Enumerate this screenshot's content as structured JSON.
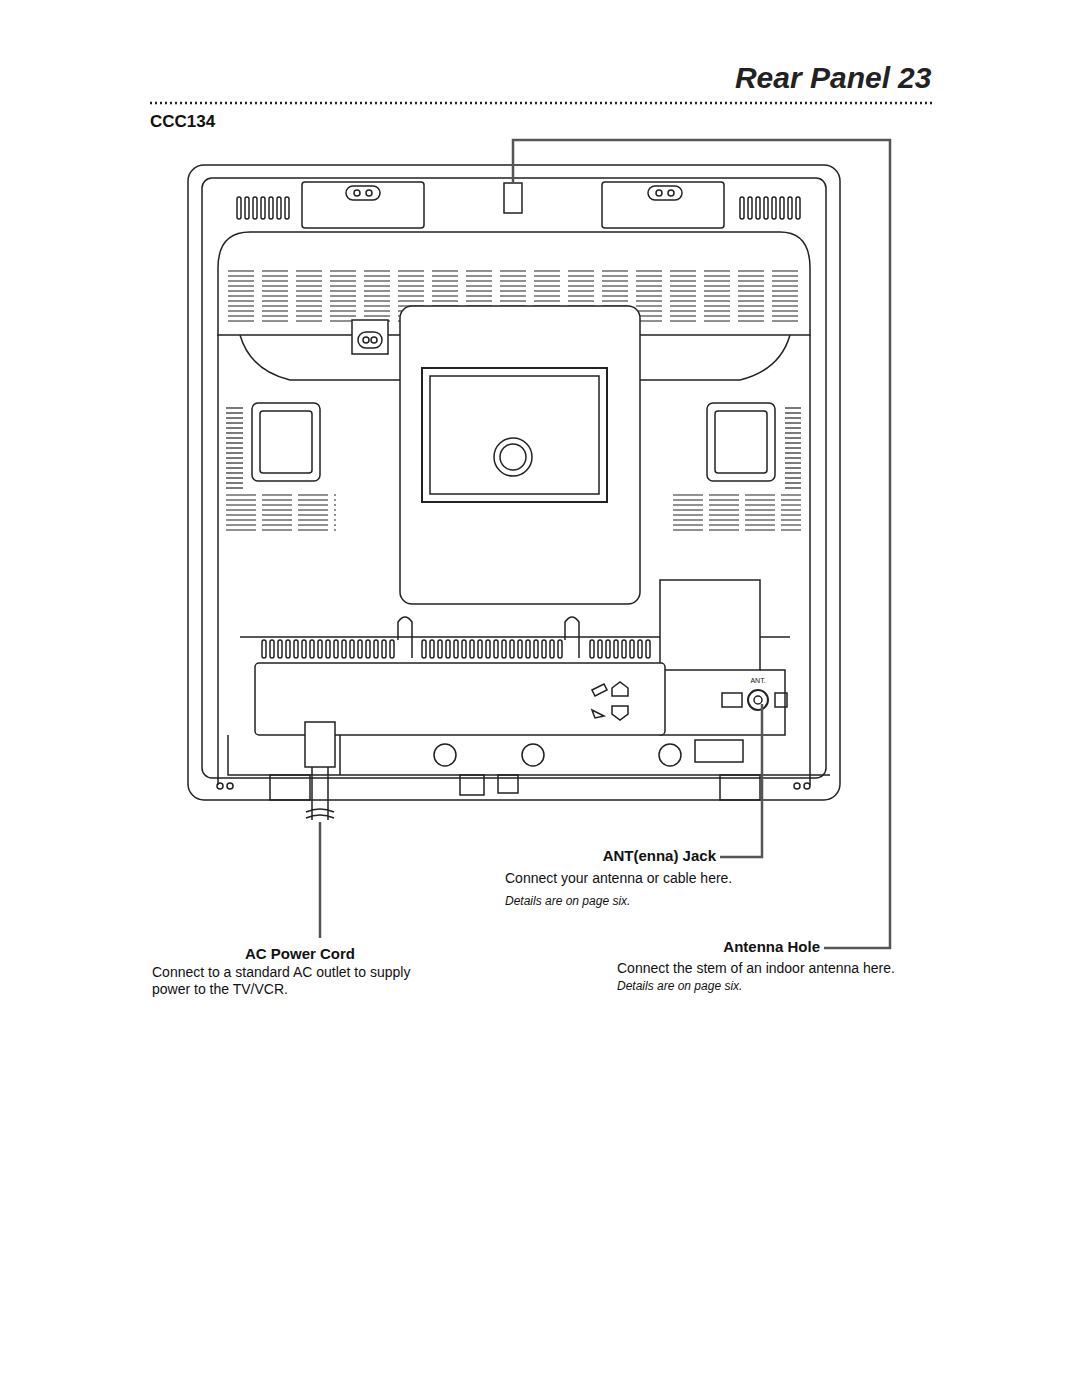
{
  "diagram": {
    "title": "Rear Panel",
    "labels": [
      "23",
      "CCC134",
      "ANT.",
      "ANT(enna) Jack",
      "Connect your antenna or cable here.",
      "Details are on page six.",
      "AC Power Cord",
      "Connect to a standard AC outlet to supply power to the TV/VCR.",
      "Antenna Hole",
      "Connect the stem of an indoor antenna here.",
      "Details are on page six."
    ]
  }
}
